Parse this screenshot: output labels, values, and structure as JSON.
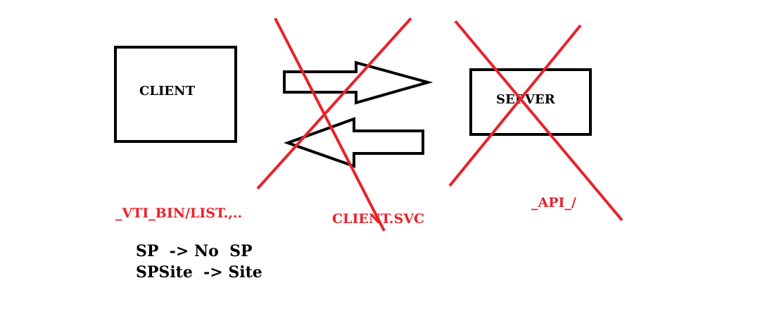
{
  "labels": {
    "client_box": "CLIENT",
    "server_box": "SERVER",
    "vti_bin": "_VTI_BIN/LIST.,..",
    "client_svc": "CLIENT.SVC",
    "api": "_API_/"
  },
  "notes": [
    "SP  -> No  SP",
    "SPSite  -> Site"
  ],
  "colors": {
    "strike": "#e8222b",
    "stroke": "#000000",
    "background": "#ffffff"
  }
}
